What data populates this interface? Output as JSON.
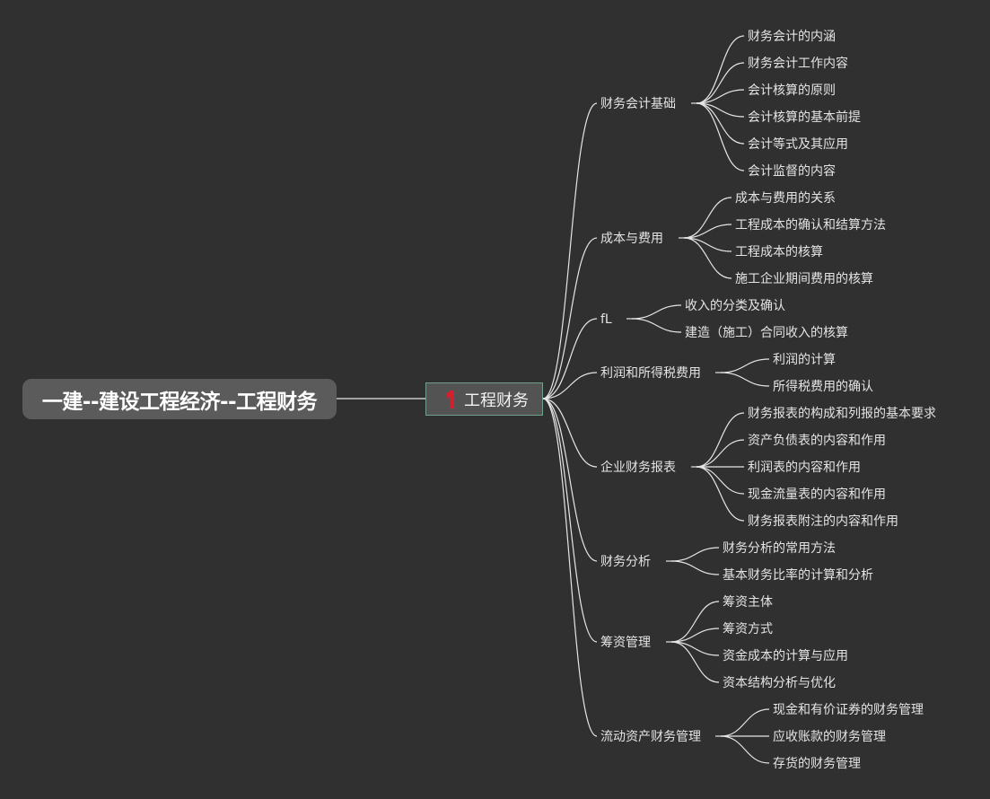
{
  "root": {
    "title": "一建--建设工程经济--工程财务"
  },
  "topic": {
    "marker_number": "1",
    "marker_color": "#d2202f",
    "title": "工程财务"
  },
  "branches": [
    {
      "label": "财务会计基础",
      "children": [
        "财务会计的内涵",
        "财务会计工作内容",
        "会计核算的原则",
        "会计核算的基本前提",
        "会计等式及其应用",
        "会计监督的内容"
      ]
    },
    {
      "label": "成本与费用",
      "children": [
        "成本与费用的关系",
        "工程成本的确认和结算方法",
        "工程成本的核算",
        "施工企业期间费用的核算"
      ]
    },
    {
      "label": "fL",
      "children": [
        "收入的分类及确认",
        "建造（施工）合同收入的核算"
      ]
    },
    {
      "label": "利润和所得税费用",
      "children": [
        "利润的计算",
        "所得税费用的确认"
      ]
    },
    {
      "label": "企业财务报表",
      "children": [
        "财务报表的构成和列报的基本要求",
        "资产负债表的内容和作用",
        "利润表的内容和作用",
        "现金流量表的内容和作用",
        "财务报表附注的内容和作用"
      ]
    },
    {
      "label": "财务分析",
      "children": [
        "财务分析的常用方法",
        "基本财务比率的计算和分析"
      ]
    },
    {
      "label": "筹资管理",
      "children": [
        "筹资主体",
        "筹资方式",
        "资金成本的计算与应用",
        "资本结构分析与优化"
      ]
    },
    {
      "label": "流动资产财务管理",
      "children": [
        "现金和有价证券的财务管理",
        "应收账款的财务管理",
        "存货的财务管理"
      ]
    }
  ],
  "colors": {
    "background": "#303030",
    "line": "#e6e6e6",
    "root_fill": "#5b5b5b",
    "topic_border": "#6fa08a"
  }
}
